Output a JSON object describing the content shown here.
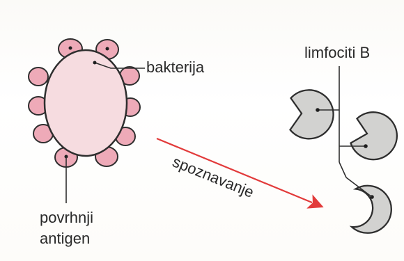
{
  "labels": {
    "bacterium": "bakterija",
    "lymphocytes": "limfociti B",
    "recognition": "spoznavanje",
    "antigen_line1": "povrhnji",
    "antigen_line2": "antigen"
  },
  "colors": {
    "bacterium_fill": "#f6dce0",
    "antigen_fill": "#eeaab8",
    "cell_fill": "#d2d2d0",
    "arrow": "#e23a3a",
    "stroke": "#2e2e2e"
  },
  "icons": [
    "bacterium",
    "surface-antigen",
    "b-lymphocyte",
    "arrow"
  ]
}
